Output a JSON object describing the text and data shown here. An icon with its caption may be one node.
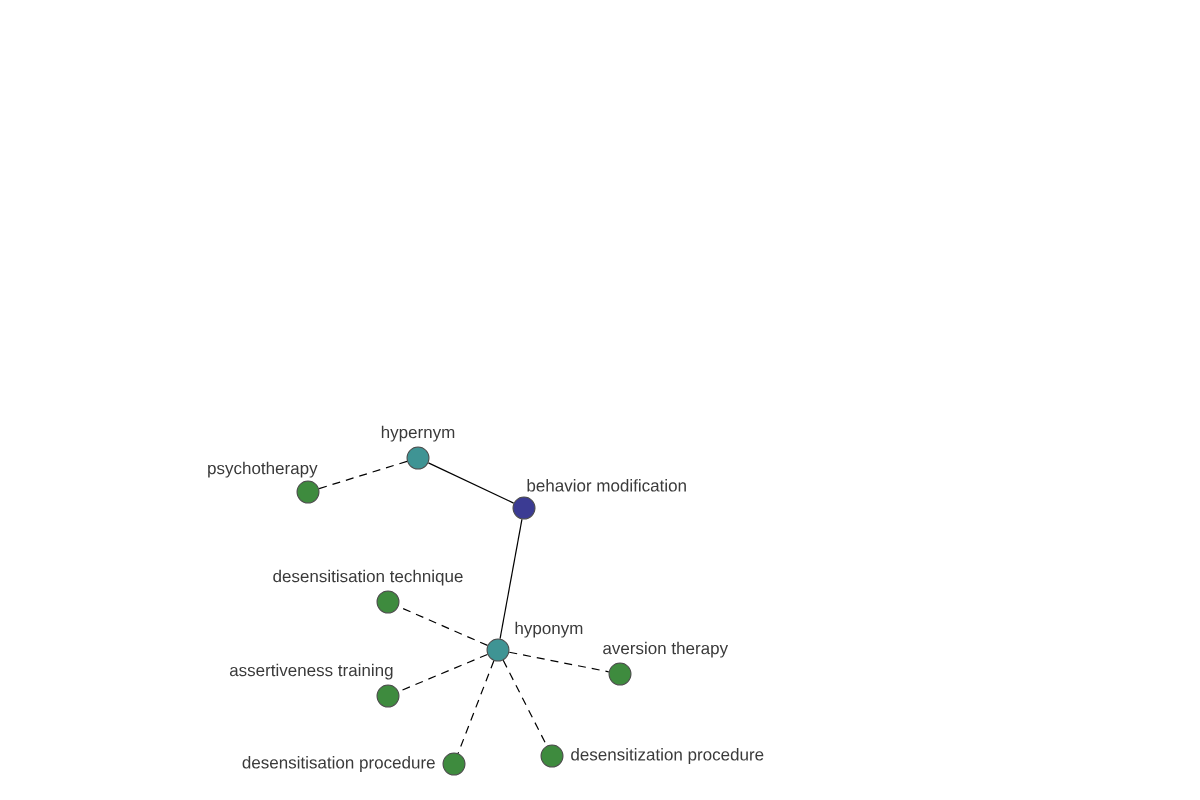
{
  "diagram": {
    "nodes": [
      {
        "text": [
          "hypernym"
        ]
      },
      {
        "text": [
          "psychotherapy"
        ]
      },
      {
        "text": [
          "behavior modification"
        ]
      },
      {
        "text": [
          "desensitisation technique"
        ]
      },
      {
        "text": [
          "hyponym"
        ]
      },
      {
        "text": [
          "aversion therapy"
        ]
      },
      {
        "text": [
          "assertiveness training"
        ]
      },
      {
        "text": [
          "desensitization procedure"
        ]
      },
      {
        "text": [
          "desensitisation procedure"
        ]
      }
    ],
    "edges": [
      {
        "from": 0,
        "to": 1,
        "arrow": "none",
        "style": "dashed"
      },
      {
        "from": 0,
        "to": 2,
        "arrow": "none"
      },
      {
        "from": 2,
        "to": 4,
        "arrow": "none"
      },
      {
        "from": 4,
        "to": 3,
        "arrow": "none",
        "style": "dashed"
      },
      {
        "from": 4,
        "to": 5,
        "arrow": "none",
        "style": "dashed"
      },
      {
        "from": 4,
        "to": 6,
        "arrow": "none",
        "style": "dashed"
      },
      {
        "from": 4,
        "to": 7,
        "arrow": "none",
        "style": "dashed"
      },
      {
        "from": 4,
        "to": 8,
        "arrow": "none",
        "style": "dashed"
      }
    ]
  }
}
